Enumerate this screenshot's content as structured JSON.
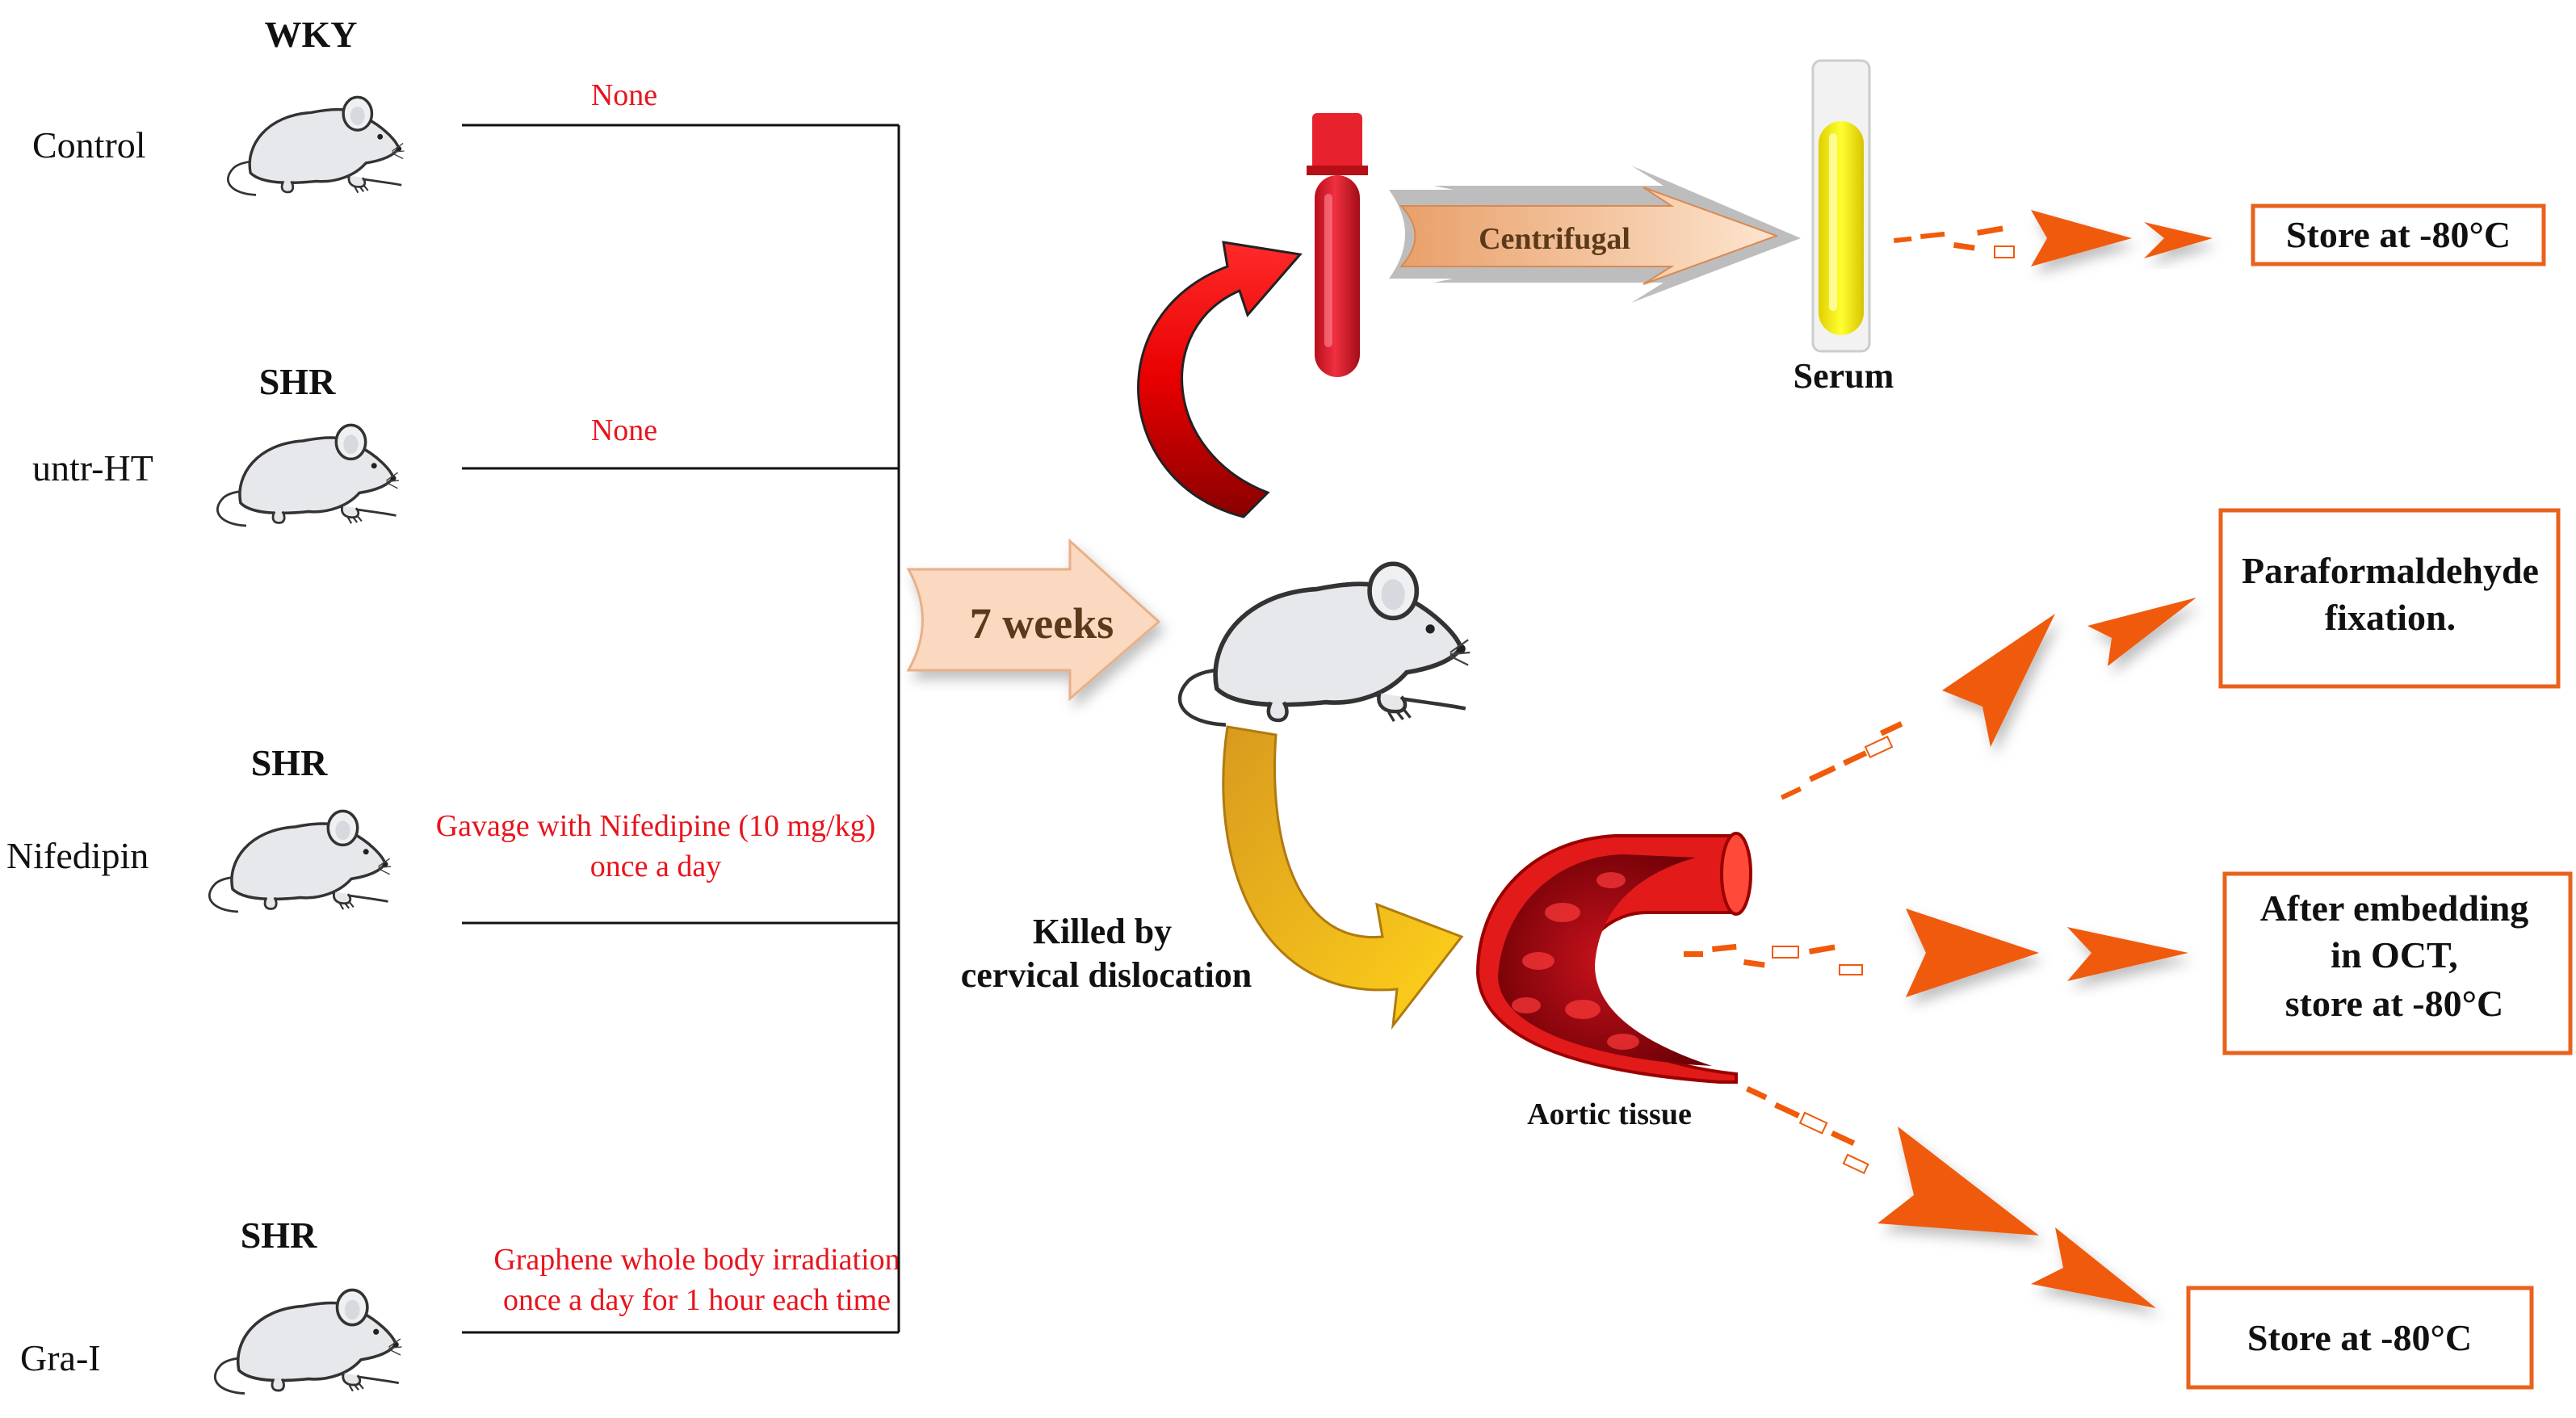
{
  "groups": [
    {
      "id": "control",
      "strain": "WKY",
      "label": "Control",
      "treatment": [
        "None"
      ]
    },
    {
      "id": "untr",
      "strain": "SHR",
      "label": "untr-HT",
      "treatment": [
        "None"
      ]
    },
    {
      "id": "nife",
      "strain": "SHR",
      "label": "Nifedipin",
      "treatment": [
        "Gavage with Nifedipine (10 mg/kg)",
        "once a day"
      ]
    },
    {
      "id": "grai",
      "strain": "SHR",
      "label": "Gra-I",
      "treatment": [
        "Graphene whole body irradiation",
        "once a day for 1 hour each time"
      ]
    }
  ],
  "duration_label": "7 weeks",
  "kill_method": [
    "Killed by",
    "cervical dislocation"
  ],
  "blood": {
    "process_label": "Centrifugal",
    "product_label": "Serum",
    "storage": "Store at -80°C"
  },
  "aorta": {
    "label": "Aortic tissue",
    "outputs": [
      {
        "id": "fixation",
        "lines": [
          "Paraformaldehyde",
          "fixation."
        ]
      },
      {
        "id": "oct",
        "lines": [
          "After embedding",
          "in OCT,",
          "store at -80°C"
        ]
      },
      {
        "id": "store",
        "lines": [
          "Store at -80°C"
        ]
      }
    ]
  },
  "colors": {
    "treatment_text": "#e8141c",
    "box_border": "#e8621c",
    "arrow_orange": "#f05a0a",
    "blood_red": "#e01e2e",
    "serum_yellow": "#ffee00",
    "weeks_arrow_fill": "#fbd9c0"
  }
}
